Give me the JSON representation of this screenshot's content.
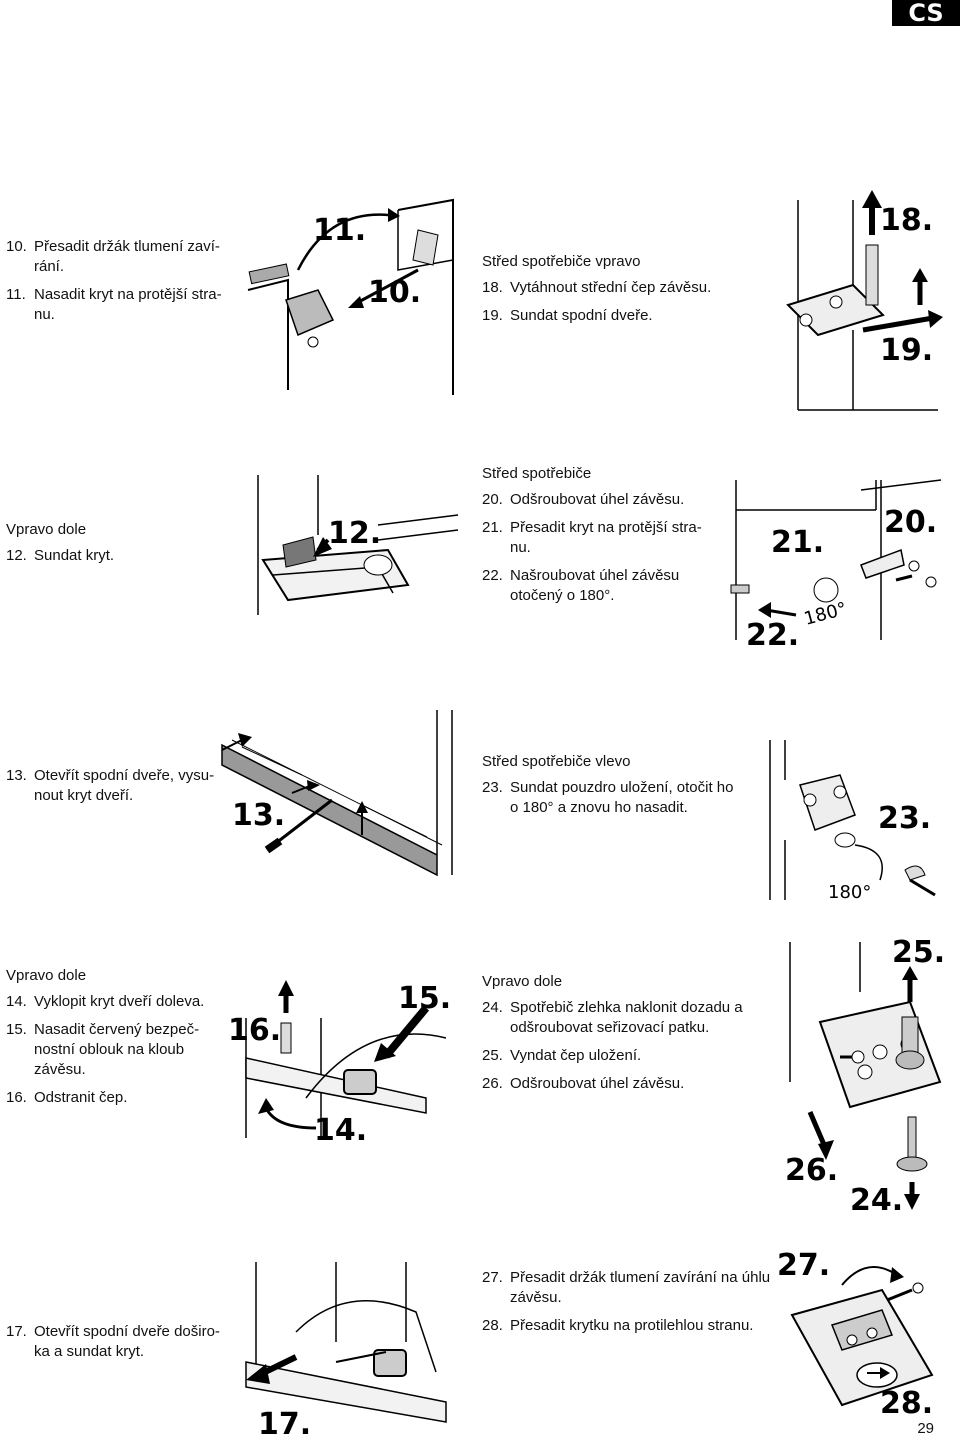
{
  "header": {
    "lang_badge": "CS"
  },
  "sections": {
    "s1": {
      "steps": [
        {
          "num": "10.",
          "text": "Přesadit držák tlumení zaví-rání."
        },
        {
          "num": "11.",
          "text": "Nasadit kryt na protější stra-nu."
        }
      ]
    },
    "s2": {
      "heading": "Střed spotřebiče vpravo",
      "steps": [
        {
          "num": "18.",
          "text": "Vytáhnout střední čep závěsu."
        },
        {
          "num": "19.",
          "text": "Sundat spodní dveře."
        }
      ]
    },
    "s3": {
      "heading": "Vpravo dole",
      "steps": [
        {
          "num": "12.",
          "text": "Sundat kryt."
        }
      ]
    },
    "s4": {
      "heading": "Střed spotřebiče",
      "steps": [
        {
          "num": "20.",
          "text": "Odšroubovat úhel závěsu."
        },
        {
          "num": "21.",
          "text": "Přesadit kryt na protější stra-nu."
        },
        {
          "num": "22.",
          "text": "Našroubovat úhel závěsu otočený o 180°."
        }
      ]
    },
    "s5": {
      "steps": [
        {
          "num": "13.",
          "text": "Otevřít spodní dveře, vysu-nout kryt dveří."
        }
      ]
    },
    "s6": {
      "heading": "Střed spotřebiče vlevo",
      "steps": [
        {
          "num": "23.",
          "text": "Sundat pouzdro uložení, otočit ho o 180° a znovu ho nasadit."
        }
      ]
    },
    "s7": {
      "heading": "Vpravo dole",
      "steps": [
        {
          "num": "14.",
          "text": "Vyklopit kryt dveří doleva."
        },
        {
          "num": "15.",
          "text": "Nasadit červený bezpeč-nostní oblouk na kloub závěsu."
        },
        {
          "num": "16.",
          "text": "Odstranit čep."
        }
      ]
    },
    "s8": {
      "heading": "Vpravo dole",
      "steps": [
        {
          "num": "24.",
          "text": "Spotřebič zlehka naklonit dozadu a odšroubovat seřizovací patku."
        },
        {
          "num": "25.",
          "text": "Vyndat čep uložení."
        },
        {
          "num": "26.",
          "text": "Odšroubovat úhel závěsu."
        }
      ]
    },
    "s9": {
      "steps": [
        {
          "num": "17.",
          "text": "Otevřít spodní dveře doširo-ka a sundat kryt."
        }
      ]
    },
    "s10": {
      "steps": [
        {
          "num": "27.",
          "text": "Přesadit držák tlumení zavírání na úhlu závěsu."
        },
        {
          "num": "28.",
          "text": "Přesadit krytku na protilehlou stranu."
        }
      ]
    }
  },
  "figures": {
    "f1": {
      "callouts": [
        "11.",
        "10."
      ],
      "icon": "damper-holder-illustration"
    },
    "f2": {
      "callouts": [
        "18.",
        "19."
      ],
      "icon": "hinge-pin-illustration"
    },
    "f3": {
      "callouts": [
        "12."
      ],
      "icon": "bottom-cover-illustration"
    },
    "f4": {
      "callouts": [
        "20.",
        "21.",
        "22."
      ],
      "angle_label": "180°",
      "icon": "hinge-angle-illustration"
    },
    "f5": {
      "callouts": [
        "13."
      ],
      "icon": "door-cover-illustration"
    },
    "f6": {
      "callouts": [
        "23."
      ],
      "angle_label": "180°",
      "icon": "bearing-bush-illustration"
    },
    "f7": {
      "callouts": [
        "15.",
        "16.",
        "14."
      ],
      "icon": "safety-bracket-illustration"
    },
    "f8": {
      "callouts": [
        "25.",
        "26.",
        "24."
      ],
      "icon": "adjustable-foot-illustration"
    },
    "f9": {
      "callouts": [
        "17."
      ],
      "icon": "door-open-illustration"
    },
    "f10": {
      "callouts": [
        "27.",
        "28."
      ],
      "icon": "closing-damper-illustration"
    }
  },
  "footer": {
    "page_number": "29"
  }
}
